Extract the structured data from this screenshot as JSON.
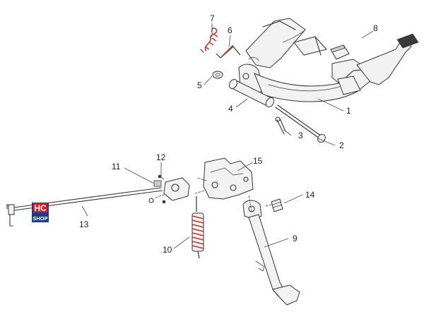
{
  "labels": [
    {
      "id": "1",
      "text": "1"
    },
    {
      "id": "2",
      "text": "2"
    },
    {
      "id": "3",
      "text": "3"
    },
    {
      "id": "4",
      "text": "4"
    },
    {
      "id": "5",
      "text": "5"
    },
    {
      "id": "6",
      "text": "6"
    },
    {
      "id": "7",
      "text": "7"
    },
    {
      "id": "8",
      "text": "8"
    },
    {
      "id": "9",
      "text": "9"
    },
    {
      "id": "10",
      "text": "10"
    },
    {
      "id": "11",
      "text": "11"
    },
    {
      "id": "12",
      "text": "12"
    },
    {
      "id": "13",
      "text": "13"
    },
    {
      "id": "14",
      "text": "14"
    },
    {
      "id": "15",
      "text": "15"
    }
  ],
  "logo": {
    "line1": "HC",
    "line2": "SHOP"
  },
  "colors": {
    "logo_red": "#d61f26",
    "logo_blue": "#1d3b8f",
    "spring_red": "#c0392b",
    "line": "#333333"
  }
}
